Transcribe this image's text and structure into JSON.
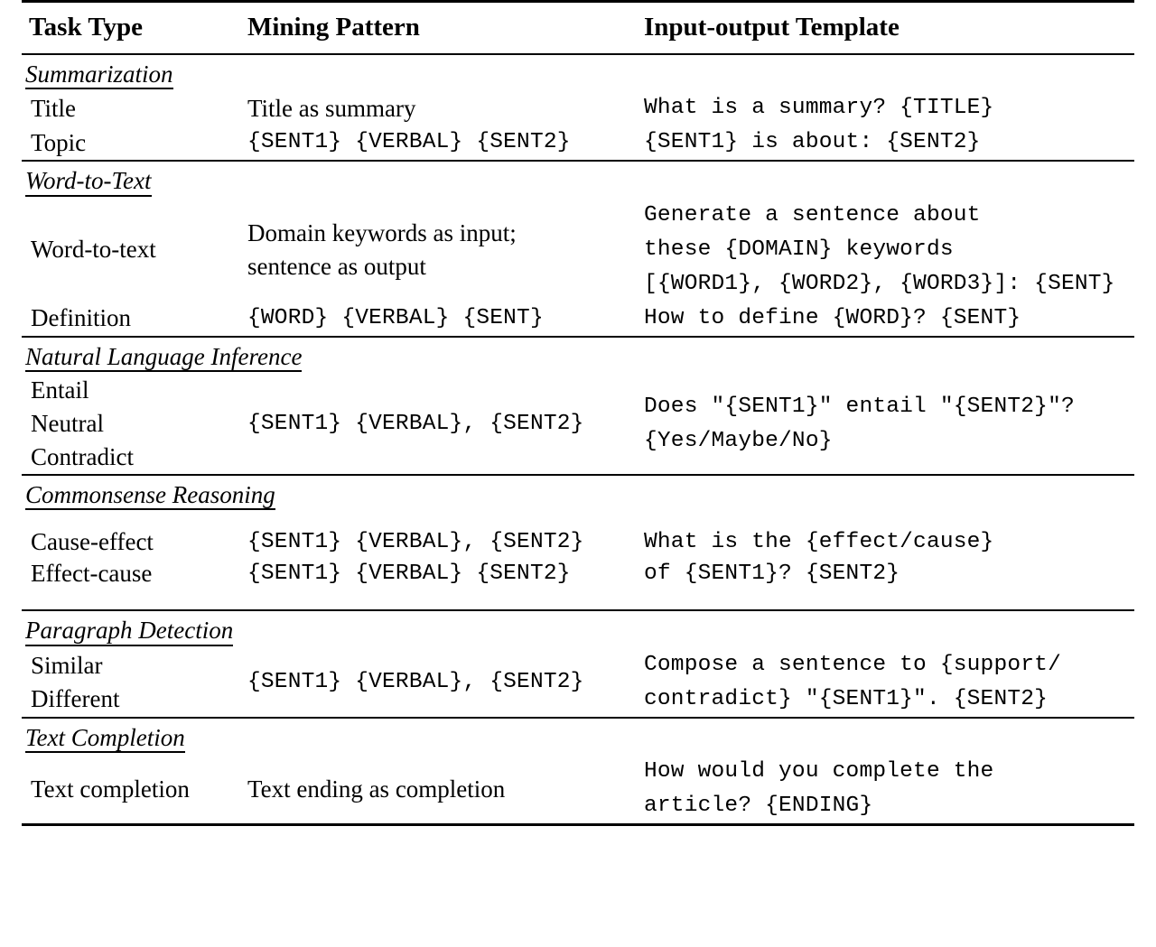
{
  "table": {
    "headers": {
      "task_type": "Task Type",
      "mining_pattern": "Mining Pattern",
      "input_output_template": "Input-output Template"
    },
    "sections": [
      {
        "title": "Summarization",
        "rows": [
          {
            "task": "Title",
            "pattern": "Title as summary",
            "pattern_style": "serif",
            "template": "What is a summary? {TITLE}"
          },
          {
            "task": "Topic",
            "pattern": "{SENT1} {VERBAL} {SENT2}",
            "pattern_style": "mono",
            "template": "{SENT1} is about: {SENT2}"
          }
        ]
      },
      {
        "title": "Word-to-Text",
        "rows": [
          {
            "task": "Word-to-text",
            "pattern": "Domain keywords as input;\nsentence as output",
            "pattern_style": "serif",
            "template": "Generate a sentence about\nthese {DOMAIN} keywords\n[{WORD1}, {WORD2}, {WORD3}]: {SENT}"
          },
          {
            "task": "Definition",
            "pattern": "{WORD} {VERBAL} {SENT}",
            "pattern_style": "mono",
            "template": "How to define {WORD}? {SENT}"
          }
        ]
      },
      {
        "title": "Natural Language Inference",
        "rows": [
          {
            "task": "Entail\nNeutral\nContradict",
            "pattern": "{SENT1} {VERBAL}, {SENT2}",
            "pattern_style": "mono",
            "template": "Does \"{SENT1}\" entail \"{SENT2}\"?\n{Yes/Maybe/No}"
          }
        ]
      },
      {
        "title": "Commonsense Reasoning",
        "rows": [
          {
            "task": "Cause-effect",
            "pattern": "{SENT1} {VERBAL}, {SENT2}",
            "pattern_style": "mono",
            "template": "What is the {effect/cause}"
          },
          {
            "task": "Effect-cause",
            "pattern": "{SENT1} {VERBAL} {SENT2}",
            "pattern_style": "mono",
            "template": "of {SENT1}? {SENT2}"
          }
        ]
      },
      {
        "title": "Paragraph Detection",
        "rows": [
          {
            "task": "Similar\nDifferent",
            "pattern": "{SENT1} {VERBAL}, {SENT2}",
            "pattern_style": "mono",
            "template": "Compose a sentence to {support/\ncontradict} \"{SENT1}\". {SENT2}"
          }
        ]
      },
      {
        "title": "Text Completion",
        "rows": [
          {
            "task": "Text completion",
            "pattern": "Text ending as completion",
            "pattern_style": "serif",
            "template": "How would you complete the\narticle? {ENDING}"
          }
        ]
      }
    ]
  }
}
